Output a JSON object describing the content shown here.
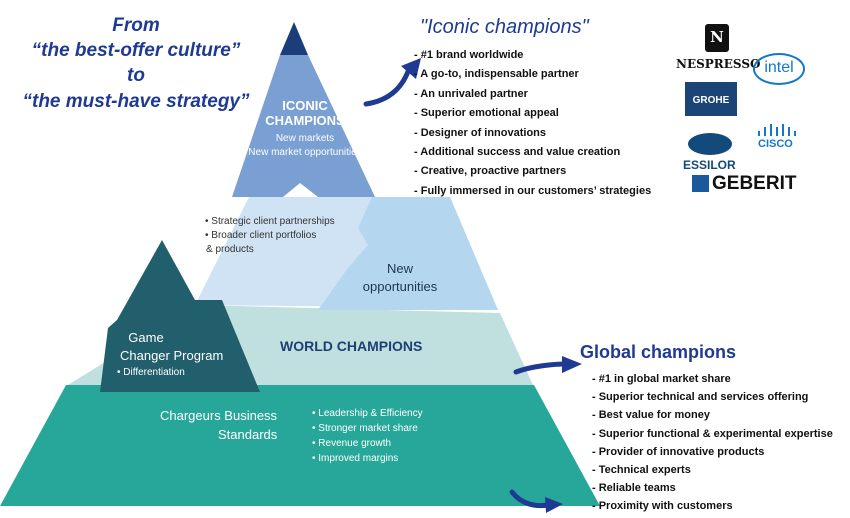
{
  "headline": {
    "line1": "From",
    "line2": "“the best-offer culture”",
    "line3": "to",
    "line4": "“the must-have strategy”"
  },
  "pyramid": {
    "iconic": {
      "title1": "ICONIC",
      "title2": "CHAMPIONS",
      "sub1": "New markets",
      "sub2": "New market opportunities"
    },
    "partnerships": {
      "item1": "• Strategic client partnerships",
      "item2": "• Broader client portfolios",
      "item3": "& products"
    },
    "new_opps": {
      "line1": "New",
      "line2": "opportunities"
    },
    "world": {
      "title": "WORLD CHAMPIONS"
    },
    "game": {
      "line1": "Game",
      "line2": "Changer Program",
      "line3": "• Differentiation"
    },
    "base": {
      "title1": "Chargeurs Business",
      "title2": "Standards",
      "items": [
        "• Leadership & Efficiency",
        "• Stronger market share",
        "• Revenue growth",
        "• Improved margins"
      ]
    }
  },
  "iconic_champions": {
    "title": "\"Iconic champions\"",
    "items": [
      "- #1 brand worldwide",
      "- A go-to, indispensable partner",
      "- An unrivaled partner",
      "- Superior emotional appeal",
      "- Designer of innovations",
      "- Additional success and value creation",
      "- Creative, proactive partners",
      "- Fully immersed in our customers’ strategies"
    ]
  },
  "global_champions": {
    "title": "Global champions",
    "items": [
      "- #1 in global market share",
      "- Superior technical and services offering",
      "- Best value for money",
      "- Superior functional & experimental expertise",
      "- Provider of innovative products",
      "- Technical experts",
      "- Reliable teams",
      "- Proximity with customers"
    ]
  },
  "logos": {
    "nespresso": "NESPRESSO",
    "nespresso_mark": "N",
    "intel": "intel",
    "grohe": "GROHE",
    "cisco": "CISCO",
    "essilor": "ESSILOR",
    "geberit": "GEBERIT"
  },
  "colors": {
    "apex": "#1b3d7a",
    "iconic": "#7a9fd2",
    "partners": "#cfe3f4",
    "new_opps": "#b4d6ef",
    "world": "#bfe0df",
    "game": "#205f6b",
    "base": "#27a79a",
    "accent": "#1f3a93"
  }
}
